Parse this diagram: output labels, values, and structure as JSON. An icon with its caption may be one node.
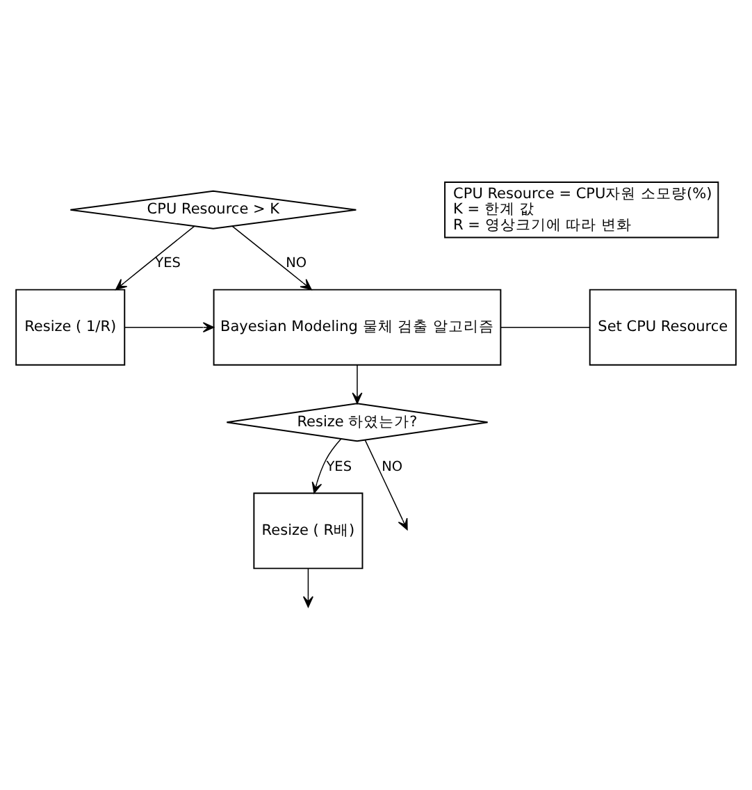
{
  "diagram": {
    "nodes": [
      {
        "text": [
          "CPU Resource > K"
        ]
      },
      {
        "text": [
          "Resize ( 1/R)"
        ]
      },
      {
        "text": [
          "Bayesian Modeling 물체 검출 알고리즘"
        ]
      },
      {
        "text": [
          "Set CPU Resource"
        ]
      },
      {
        "text": [
          "Resize 하였는가?"
        ]
      },
      {
        "text": [
          "Resize ( R배)"
        ]
      },
      {
        "text": [
          "CPU Resource = CPU자원 소모량(%)",
          "K = 한계 값",
          "R = 영상크기에 따라 변화"
        ]
      }
    ],
    "edges": [
      {
        "from": 0,
        "to": 2,
        "arrow": "to",
        "label": "NO"
      },
      {
        "from": 0,
        "to": 1,
        "arrow": "to",
        "label": "YES"
      },
      {
        "from": 1,
        "to": 2,
        "arrow": "to"
      },
      {
        "from": 2,
        "to": 3,
        "arrow": "none"
      },
      {
        "from": 2,
        "to": 4,
        "arrow": "to"
      },
      {
        "from": 4,
        "to": 5,
        "arrow": "to",
        "label": "YES"
      },
      {
        "from": 4,
        "to": null,
        "arrow": "to",
        "label": "NO"
      },
      {
        "from": 5,
        "to": null,
        "arrow": "to"
      }
    ]
  }
}
